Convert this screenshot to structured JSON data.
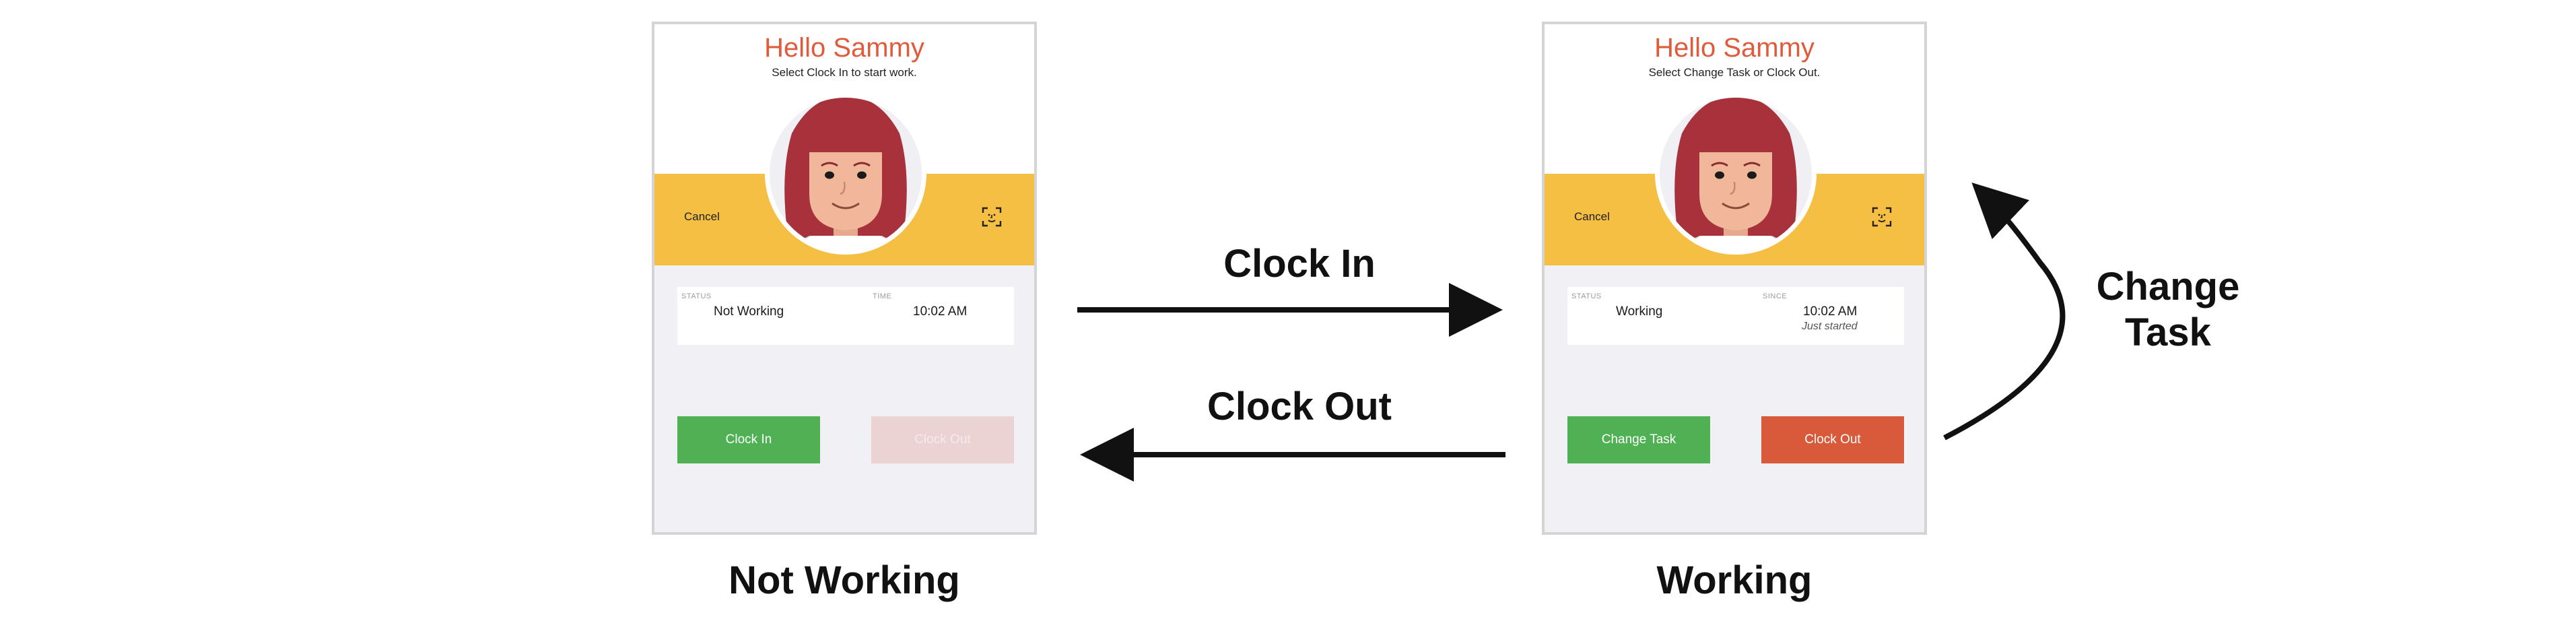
{
  "states": [
    {
      "label": "Not Working",
      "greeting": "Hello Sammy",
      "subtitle": "Select Clock In to start work.",
      "cancel": "Cancel",
      "status_caption": "STATUS",
      "status_value": "Not Working",
      "time_caption": "TIME",
      "time_value": "10:02 AM",
      "time_note": "",
      "left_button": "Clock In",
      "right_button": "Clock Out"
    },
    {
      "label": "Working",
      "greeting": "Hello Sammy",
      "subtitle": "Select Change Task or Clock Out.",
      "cancel": "Cancel",
      "status_caption": "STATUS",
      "status_value": "Working",
      "time_caption": "SINCE",
      "time_value": "10:02 AM",
      "time_note": "Just started",
      "left_button": "Change Task",
      "right_button": "Clock Out"
    }
  ],
  "transitions": {
    "clock_in": "Clock In",
    "clock_out": "Clock Out",
    "change_task_line1": "Change",
    "change_task_line2": "Task"
  },
  "colors": {
    "greeting": "#e05a3b",
    "band": "#f4bf42",
    "clock_in_button": "#4fb153",
    "clock_out_button": "#d95a3a",
    "clock_out_disabled": "#ecd3d3"
  },
  "icons": [
    "face-scan-icon",
    "avatar-illustration"
  ]
}
